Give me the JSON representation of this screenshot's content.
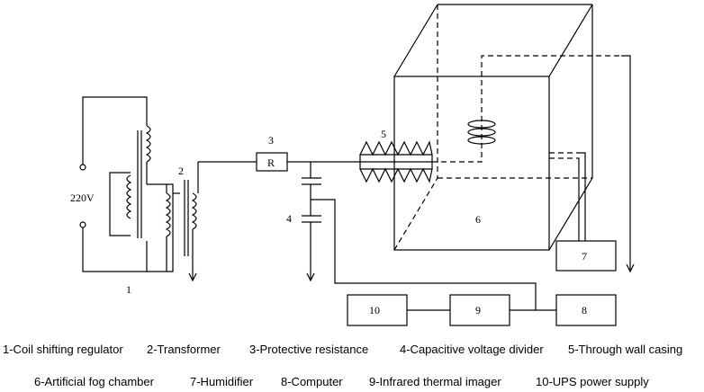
{
  "component_numbers": {
    "regulator": "1",
    "transformer": "2",
    "resistor": "3",
    "divider": "4",
    "casing": "5",
    "chamber": "6"
  },
  "labels": {
    "voltage": "220V",
    "resistor_symbol": "R"
  },
  "boxes": {
    "humidifier": "7",
    "computer": "8",
    "imager": "9",
    "ups": "10"
  },
  "legend": {
    "row1": [
      "1-Coil shifting regulator",
      "2-Transformer",
      "3-Protective resistance",
      "4-Capacitive voltage divider",
      "5-Through wall casing"
    ],
    "row2": [
      "6-Artificial fog chamber",
      "7-Humidifier",
      "8-Computer",
      "9-Infrared thermal imager",
      "10-UPS power supply"
    ]
  }
}
